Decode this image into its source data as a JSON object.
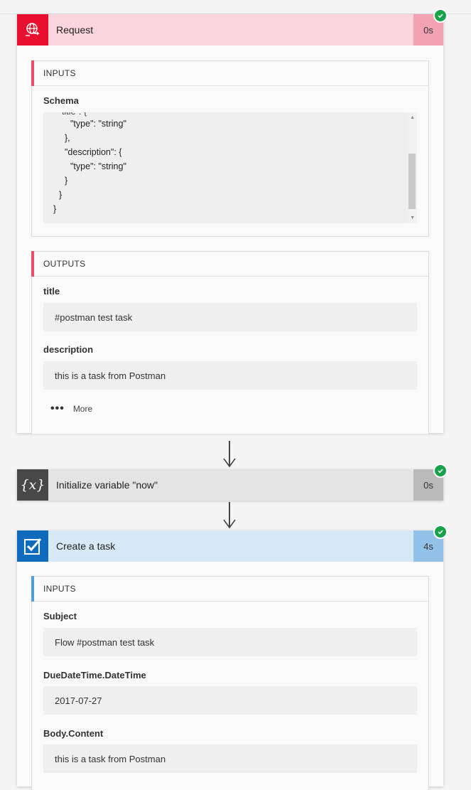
{
  "request": {
    "title": "Request",
    "duration": "0s",
    "inputs": {
      "header": "INPUTS",
      "schema_label": "Schema",
      "schema_lines": [
        "\"type\": \"string\"",
        "},",
        "\"description\": {",
        "\"type\": \"string\"",
        "}",
        "}",
        "}"
      ]
    },
    "outputs": {
      "header": "OUTPUTS",
      "fields": [
        {
          "label": "title",
          "value": "#postman test task"
        },
        {
          "label": "description",
          "value": "this is a task from Postman"
        }
      ],
      "more_label": "More"
    }
  },
  "init_variable": {
    "title": "Initialize variable \"now\"",
    "duration": "0s"
  },
  "create_task": {
    "title": "Create a task",
    "duration": "4s",
    "inputs": {
      "header": "INPUTS",
      "fields": [
        {
          "label": "Subject",
          "value": "Flow #postman test task"
        },
        {
          "label": "DueDateTime.DateTime",
          "value": "2017-07-27"
        },
        {
          "label": "Body.Content",
          "value": "this is a task from Postman"
        }
      ]
    }
  },
  "colors": {
    "request_accent": "#e8102e",
    "request_header_bg": "#fad5dc",
    "request_duration_bg": "#f3a2b1",
    "variable_icon_bg": "#484848",
    "variable_header_bg": "#e4e4e4",
    "variable_duration_bg": "#b9b9b9",
    "task_icon_bg": "#0f6cbd",
    "task_header_bg": "#d7e8f6",
    "task_duration_bg": "#93c2e8",
    "success": "#16a34a"
  },
  "icons": {
    "request": "globe-request-icon",
    "variable": "variable-x-icon",
    "task": "checkbox-task-icon",
    "status": "success-check-icon"
  }
}
